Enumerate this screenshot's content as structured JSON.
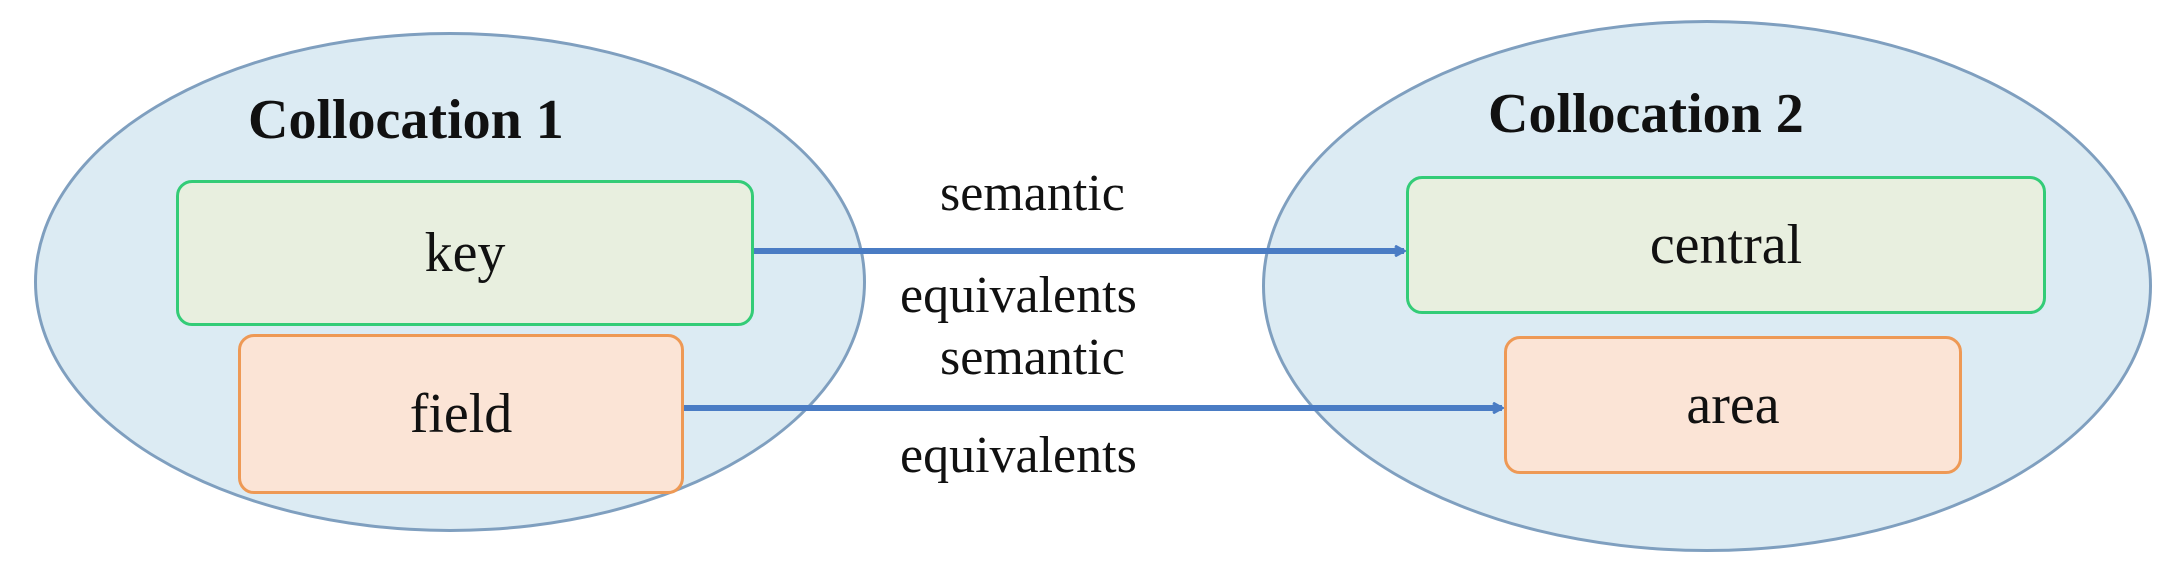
{
  "collocations": [
    {
      "title": "Collocation 1",
      "items": [
        {
          "text": "key",
          "color": "#e8efdf"
        },
        {
          "text": "field",
          "color": "#fbe4d6"
        }
      ]
    },
    {
      "title": "Collocation 2",
      "items": [
        {
          "text": "central",
          "color": "#e8efdf"
        },
        {
          "text": "area",
          "color": "#fbe4d6"
        }
      ]
    }
  ],
  "relations": [
    {
      "from": "key",
      "to": "central",
      "label_line1": "semantic",
      "label_line2": "equivalents"
    },
    {
      "from": "field",
      "to": "area",
      "label_line1": "semantic",
      "label_line2": "equivalents"
    }
  ],
  "colors": {
    "ellipse_fill": "#dcebf3",
    "ellipse_border": "#7f9fbf",
    "arrow": "#4a7cc4",
    "green_box_border": "#33cc77",
    "orange_box_border": "#ee9955"
  }
}
